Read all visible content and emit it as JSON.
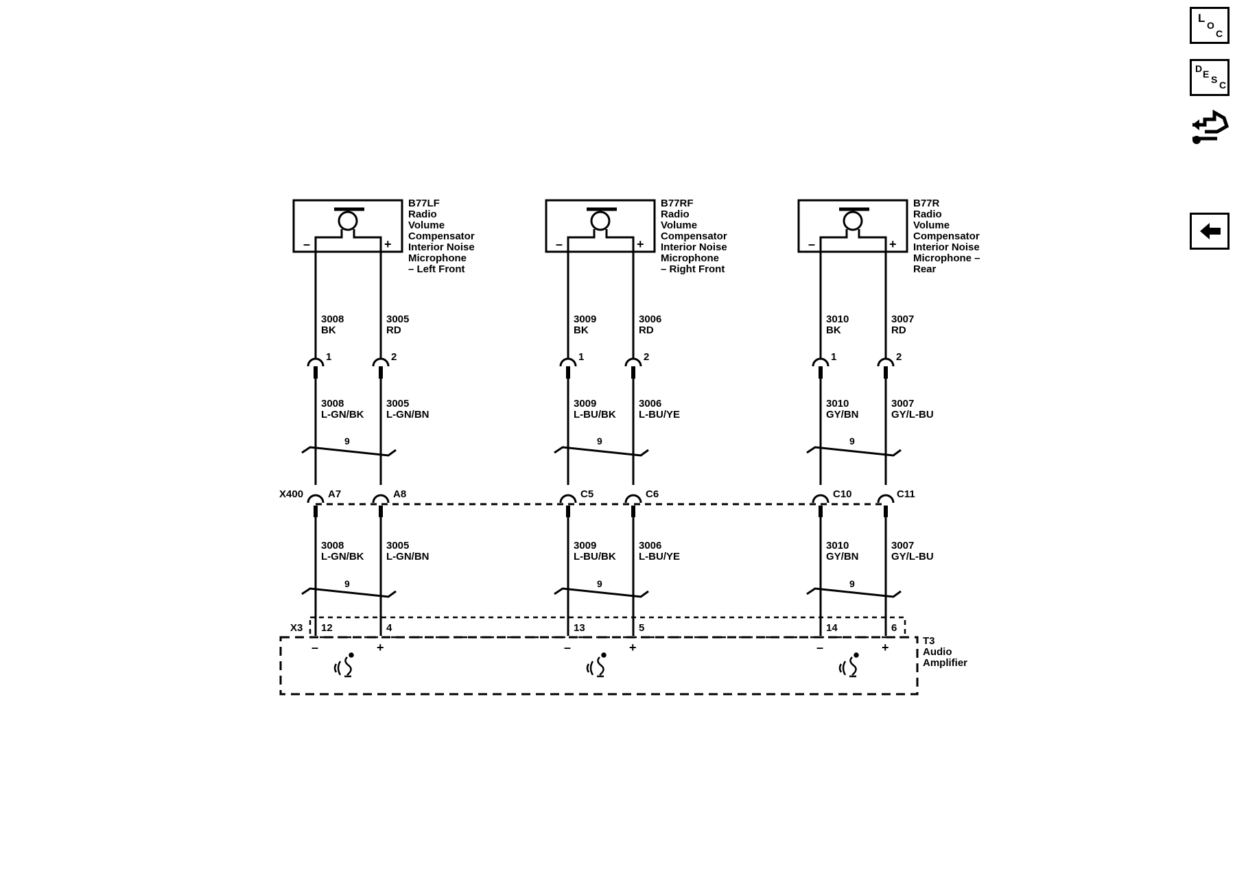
{
  "nav": {
    "loc": {
      "l1": "L",
      "l2": "O",
      "l3": "C"
    },
    "desc": {
      "l1": "D",
      "l2": "E",
      "l3": "S",
      "l4": "C"
    }
  },
  "components": {
    "lf": {
      "id": "B77LF",
      "lines": [
        "Radio",
        "Volume",
        "Compensator",
        "Interior Noise",
        "Microphone",
        "– Left Front"
      ]
    },
    "rf": {
      "id": "B77RF",
      "lines": [
        "Radio",
        "Volume",
        "Compensator",
        "Interior Noise",
        "Microphone",
        "– Right Front"
      ]
    },
    "r": {
      "id": "B77R",
      "lines": [
        "Radio",
        "Volume",
        "Compensator",
        "Interior Noise",
        "Microphone –",
        "Rear"
      ]
    }
  },
  "signs": {
    "minus": "–",
    "plus": "+"
  },
  "wires": {
    "c1": {
      "upper_circuit": "3008",
      "upper_color": "BK",
      "mic_pin": "1",
      "mid_circuit": "3008",
      "mid_color": "L-GN/BK",
      "x400_pin": "A7",
      "low_circuit": "3008",
      "low_color": "L-GN/BK",
      "twist": "9",
      "amp_pin": "12"
    },
    "c2": {
      "upper_circuit": "3005",
      "upper_color": "RD",
      "mic_pin": "2",
      "mid_circuit": "3005",
      "mid_color": "L-GN/BN",
      "x400_pin": "A8",
      "low_circuit": "3005",
      "low_color": "L-GN/BN",
      "amp_pin": "4"
    },
    "c3": {
      "upper_circuit": "3009",
      "upper_color": "BK",
      "mic_pin": "1",
      "mid_circuit": "3009",
      "mid_color": "L-BU/BK",
      "x400_pin": "C5",
      "low_circuit": "3009",
      "low_color": "L-BU/BK",
      "twist": "9",
      "amp_pin": "13"
    },
    "c4": {
      "upper_circuit": "3006",
      "upper_color": "RD",
      "mic_pin": "2",
      "mid_circuit": "3006",
      "mid_color": "L-BU/YE",
      "x400_pin": "C6",
      "low_circuit": "3006",
      "low_color": "L-BU/YE",
      "amp_pin": "5"
    },
    "c5": {
      "upper_circuit": "3010",
      "upper_color": "BK",
      "mic_pin": "1",
      "mid_circuit": "3010",
      "mid_color": "GY/BN",
      "x400_pin": "C10",
      "low_circuit": "3010",
      "low_color": "GY/BN",
      "twist": "9",
      "amp_pin": "14"
    },
    "c6": {
      "upper_circuit": "3007",
      "upper_color": "RD",
      "mic_pin": "2",
      "mid_circuit": "3007",
      "mid_color": "GY/L-BU",
      "x400_pin": "C11",
      "low_circuit": "3007",
      "low_color": "GY/L-BU",
      "amp_pin": "6"
    }
  },
  "connectors": {
    "x400": "X400",
    "x3": "X3"
  },
  "amplifier": {
    "id": "T3",
    "lines": [
      "Audio",
      "Amplifier"
    ]
  }
}
